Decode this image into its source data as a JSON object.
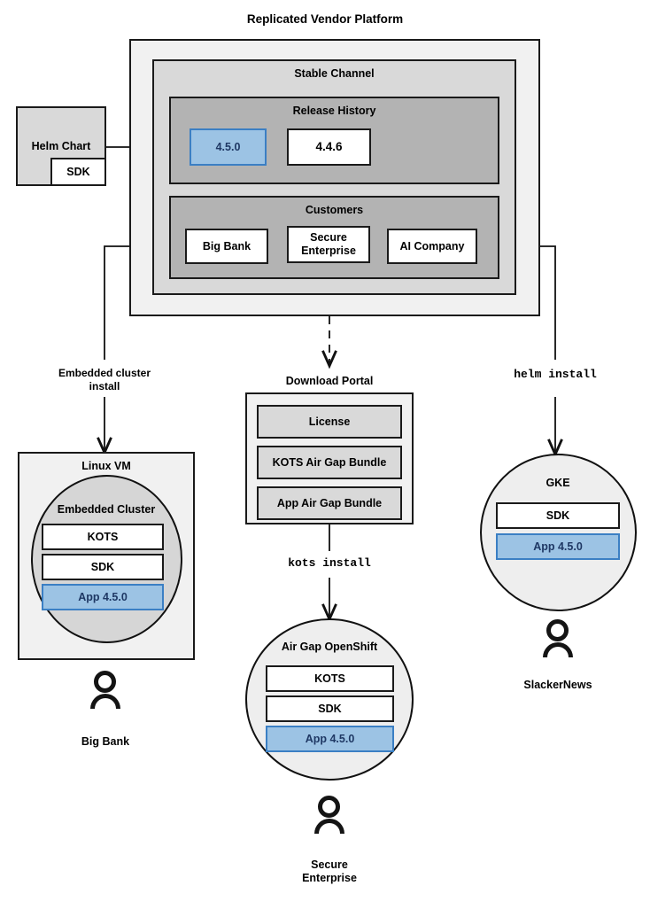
{
  "diagram": {
    "title": "Replicated Vendor Platform",
    "platform": {
      "stable_channel": {
        "label": "Stable Channel",
        "release_history": {
          "label": "Release History",
          "releases": [
            {
              "version": "4.5.0",
              "highlighted": true
            },
            {
              "version": "4.4.6",
              "highlighted": false
            }
          ]
        },
        "customers": {
          "label": "Customers",
          "items": [
            {
              "name": "Big Bank"
            },
            {
              "name": "Secure\nEnterprise"
            },
            {
              "name": "AI Company"
            }
          ]
        }
      }
    },
    "helm_chart": {
      "label": "Helm Chart",
      "sdk_label": "SDK"
    },
    "edges": [
      {
        "label": "Embedded cluster\ninstall",
        "style": "solid"
      },
      {
        "label": "kots install",
        "style": "mono"
      },
      {
        "label": "helm install",
        "style": "mono"
      }
    ],
    "download_portal": {
      "label": "Download Portal",
      "artifacts": [
        {
          "name": "License"
        },
        {
          "name": "KOTS Air Gap Bundle"
        },
        {
          "name": "App Air Gap Bundle"
        }
      ]
    },
    "environments": [
      {
        "name": "Linux VM",
        "inner_label": "Embedded Cluster",
        "components": [
          {
            "name": "KOTS",
            "highlighted": false
          },
          {
            "name": "SDK",
            "highlighted": false
          },
          {
            "name": "App 4.5.0",
            "highlighted": true
          }
        ],
        "actor": "Big Bank"
      },
      {
        "name": "Air Gap OpenShift",
        "components": [
          {
            "name": "KOTS",
            "highlighted": false
          },
          {
            "name": "SDK",
            "highlighted": false
          },
          {
            "name": "App 4.5.0",
            "highlighted": true
          }
        ],
        "actor": "Secure\nEnterprise"
      },
      {
        "name": "GKE",
        "components": [
          {
            "name": "SDK",
            "highlighted": false
          },
          {
            "name": "App 4.5.0",
            "highlighted": true
          }
        ],
        "actor": "SlackerNews"
      }
    ],
    "colors": {
      "accent_blue_fill": "#9cc3e4",
      "accent_blue_border": "#3b7fc4",
      "accent_blue_text": "#1f3864",
      "level0_gray": "#f1f1f1",
      "level1_gray": "#d9d9d9",
      "level2_gray": "#b3b3b3",
      "stroke": "#1a1a1a"
    }
  }
}
